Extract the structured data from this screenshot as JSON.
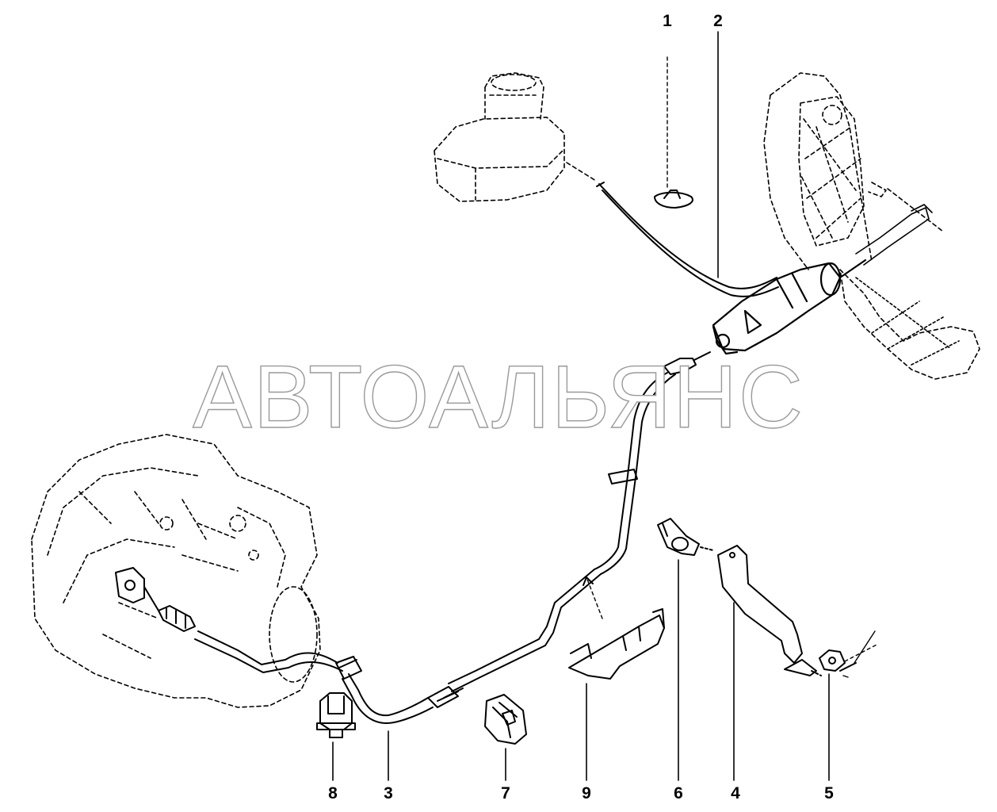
{
  "watermark": "АВТОАЛЬЯНС",
  "callouts": {
    "c1": "1",
    "c2": "2",
    "c3": "3",
    "c4": "4",
    "c5": "5",
    "c6": "6",
    "c7": "7",
    "c8": "8",
    "c9": "9"
  },
  "colors": {
    "line": "#000000",
    "background": "#ffffff",
    "watermark_outline": "#9a9a9a"
  }
}
